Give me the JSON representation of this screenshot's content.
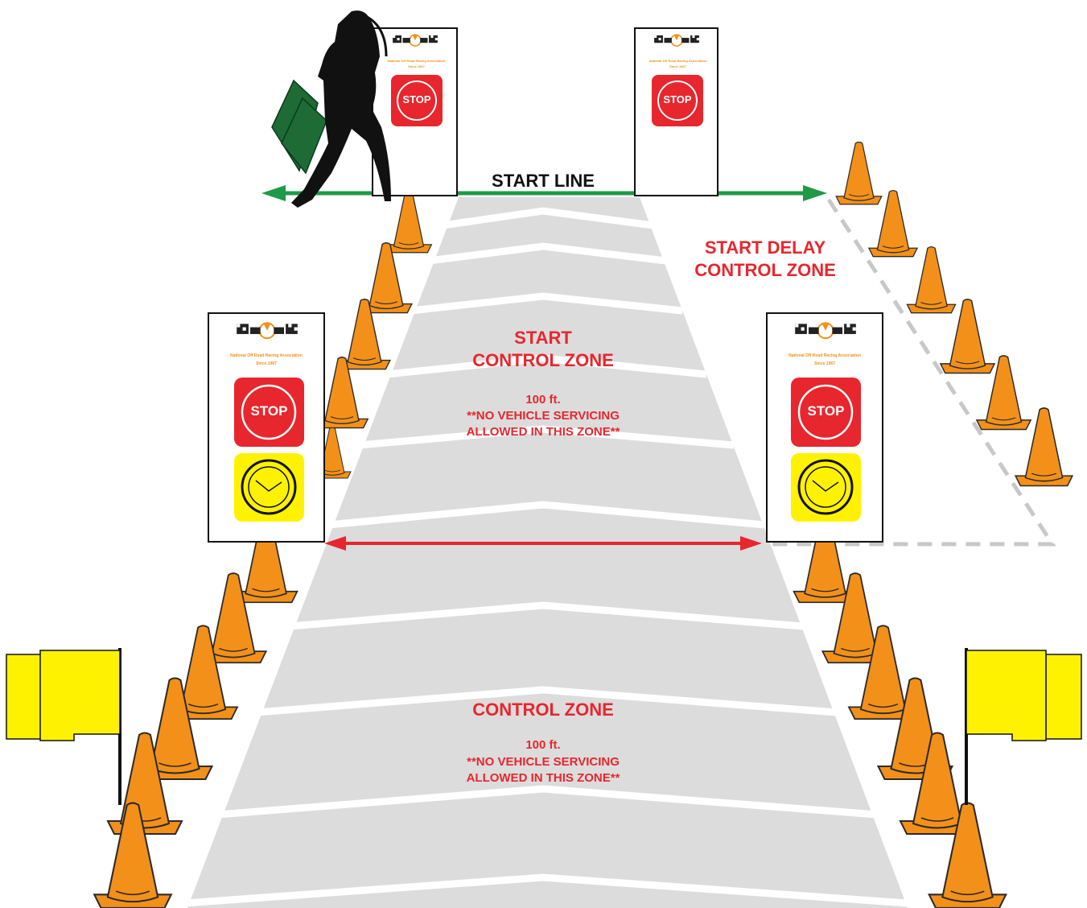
{
  "labels": {
    "start_line": "START LINE",
    "start_delay_zone": "START DELAY\nCONTROL ZONE",
    "start_control_zone": "START\nCONTROL ZONE",
    "start_zone_distance": "100 ft.",
    "start_zone_note": "**NO VEHICLE SERVICING\n ALLOWED IN THIS ZONE**",
    "control_zone": "CONTROL ZONE",
    "control_zone_distance": "100 ft.",
    "control_zone_note": "**NO VEHICLE SERVICING\n ALLOWED IN THIS ZONE**"
  },
  "signs": {
    "stop_text": "STOP",
    "logo_name": "National Off Road Racing Association",
    "logo_since": "Since 1967"
  },
  "colors": {
    "cone": "#f39019",
    "cone_stroke": "#2a2a2a",
    "stop_red": "#e8262d",
    "clock_yellow": "#fff200",
    "flag_yellow": "#fff200",
    "green_flag": "#1e6b35",
    "start_line_green": "#1f9a48",
    "zone_arrow_red": "#e8262d",
    "lane_gray": "#dcdcdc",
    "dashed_gray": "#c8c8c8"
  }
}
